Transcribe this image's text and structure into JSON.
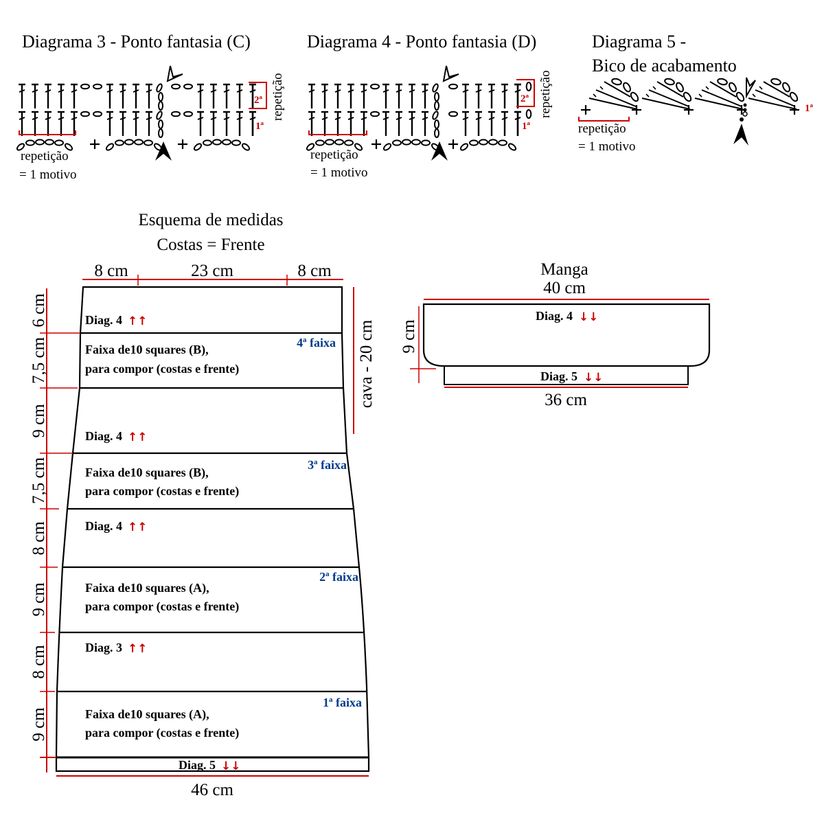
{
  "colors": {
    "dimension_line": "#cc0000",
    "outline": "#000000",
    "faixa_label": "#003a8c",
    "direction_arrow": "#cc0000",
    "row_number": "#cc0000"
  },
  "diagram3": {
    "title": "Diagrama 3 - Ponto fantasia (C)",
    "repeat_label": "repetição",
    "repeat_note": "= 1 motivo",
    "row_1": "1ª",
    "row_2": "2ª",
    "side_repeat_label": "repetição",
    "icon_start": "filled-arrow-icon",
    "icon_end": "open-arrow-icon",
    "chain_between_groups": 2
  },
  "diagram4": {
    "title": "Diagrama 4 - Ponto fantasia (D)",
    "repeat_label": "repetição",
    "repeat_note": "= 1 motivo",
    "row_1": "1ª",
    "row_2": "2ª",
    "side_repeat_label": "repetição",
    "icon_start": "filled-arrow-icon",
    "icon_end": "open-arrow-icon",
    "chain_between_groups": 1
  },
  "diagram5": {
    "title_line1": "Diagrama 5 -",
    "title_line2": "Bico de acabamento",
    "repeat_label": "repetição",
    "repeat_note": "= 1 motivo",
    "row_1": "1ª",
    "motifs": 4
  },
  "body_schema": {
    "title": "Esquema de medidas",
    "subtitle": "Costas = Frente",
    "top_dims": [
      "8  cm",
      "23 cm",
      "8  cm"
    ],
    "bottom_dim": "46 cm",
    "armhole_dim": "cava - 20 cm",
    "left_dims": [
      "6 cm",
      "7,5 cm",
      "9 cm",
      "7,5 cm",
      "8 cm",
      "9 cm",
      "8 cm",
      "9 cm"
    ],
    "sections": [
      {
        "label": "Diag. 4",
        "arrows": "↑↑",
        "faixa": ""
      },
      {
        "label_line1": "Faixa de10 squares (B),",
        "label_line2": "para compor (costas e frente)",
        "faixa": "4ª faixa"
      },
      {
        "label": "Diag. 4",
        "arrows": "↑↑",
        "faixa": ""
      },
      {
        "label_line1": "Faixa de10 squares (B),",
        "label_line2": "para compor (costas e frente)",
        "faixa": "3ª faixa"
      },
      {
        "label": "Diag. 4",
        "arrows": "↑↑",
        "faixa": ""
      },
      {
        "label_line1": "Faixa de10 squares (A),",
        "label_line2": "para compor (costas e frente)",
        "faixa": "2ª faixa"
      },
      {
        "label": "Diag. 3",
        "arrows": "↑↑",
        "faixa": ""
      },
      {
        "label_line1": "Faixa de10 squares (A),",
        "label_line2": "para compor (costas e frente)",
        "faixa": "1ª faixa"
      }
    ],
    "border": {
      "label": "Diag. 5",
      "arrows": "↓↓"
    }
  },
  "sleeve": {
    "title": "Manga",
    "top_dim": "40 cm",
    "height_dim": "9 cm",
    "bottom_dim": "36 cm",
    "body": {
      "label": "Diag. 4",
      "arrows": "↓↓"
    },
    "cuff": {
      "label": "Diag. 5",
      "arrows": "↓↓"
    }
  }
}
